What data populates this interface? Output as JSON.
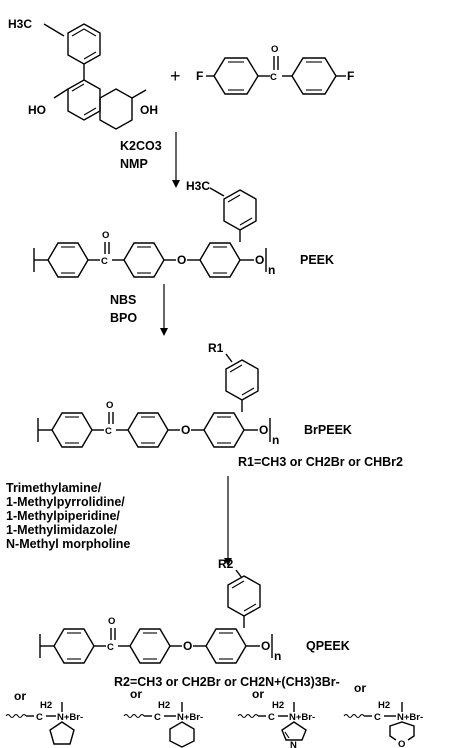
{
  "reactants": {
    "biphenyl_methyl": "H3C",
    "left_oh": "HO",
    "right_oh": "OH",
    "plus": "+",
    "fluorine_left": "F",
    "fluorine_right": "F",
    "carbonyl_o": "O",
    "carbonyl_c": "C"
  },
  "steps": {
    "step1_reagent1": "K2CO3",
    "step1_reagent2": "NMP",
    "step2_reagent1": "NBS",
    "step2_reagent2": "BPO",
    "step3_reagents": [
      "Trimethylamine/",
      "1-Methylpyrrolidine/",
      "1-Methylpiperidine/",
      "1-Methylimidazole/",
      "N-Methyl morpholine"
    ]
  },
  "polymers": {
    "peek": {
      "name": "PEEK",
      "methyl": "H3C",
      "ether_o": "O",
      "end_o": "O",
      "repeat": "n"
    },
    "brpeek": {
      "name": "BrPEEK",
      "substituent": "R1",
      "ether_o": "O",
      "end_o": "O",
      "repeat": "n"
    },
    "qpeek": {
      "name": "QPEEK",
      "substituent": "R2",
      "ether_o": "O",
      "end_o": "O",
      "repeat": "n"
    }
  },
  "definitions": {
    "r1": "R1=CH3 or CH2Br or  CHBr2",
    "r2": "R2=CH3 or CH2Br or CH2N+(CH3)3Br-"
  },
  "cations": {
    "or_word": "or",
    "ch2": "H2",
    "c": "C",
    "nitrogen": "N+Br-",
    "imidazole_n": "N",
    "morpholine_o": "O"
  }
}
